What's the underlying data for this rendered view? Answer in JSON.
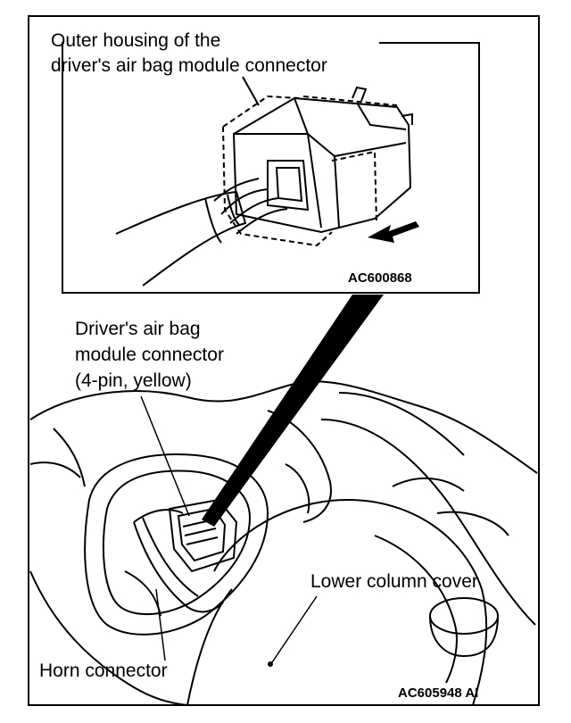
{
  "labels": {
    "outer_housing_line1": "Outer housing of the",
    "outer_housing_line2": "driver's air bag module connector",
    "airbag_connector_line1": "Driver's air bag",
    "airbag_connector_line2": "module connector",
    "airbag_connector_line3": "(4-pin, yellow)",
    "lower_column_cover": "Lower column cover",
    "horn_connector": "Horn connector"
  },
  "codes": {
    "inset": "AC600868",
    "main": "AC605948 AI"
  }
}
